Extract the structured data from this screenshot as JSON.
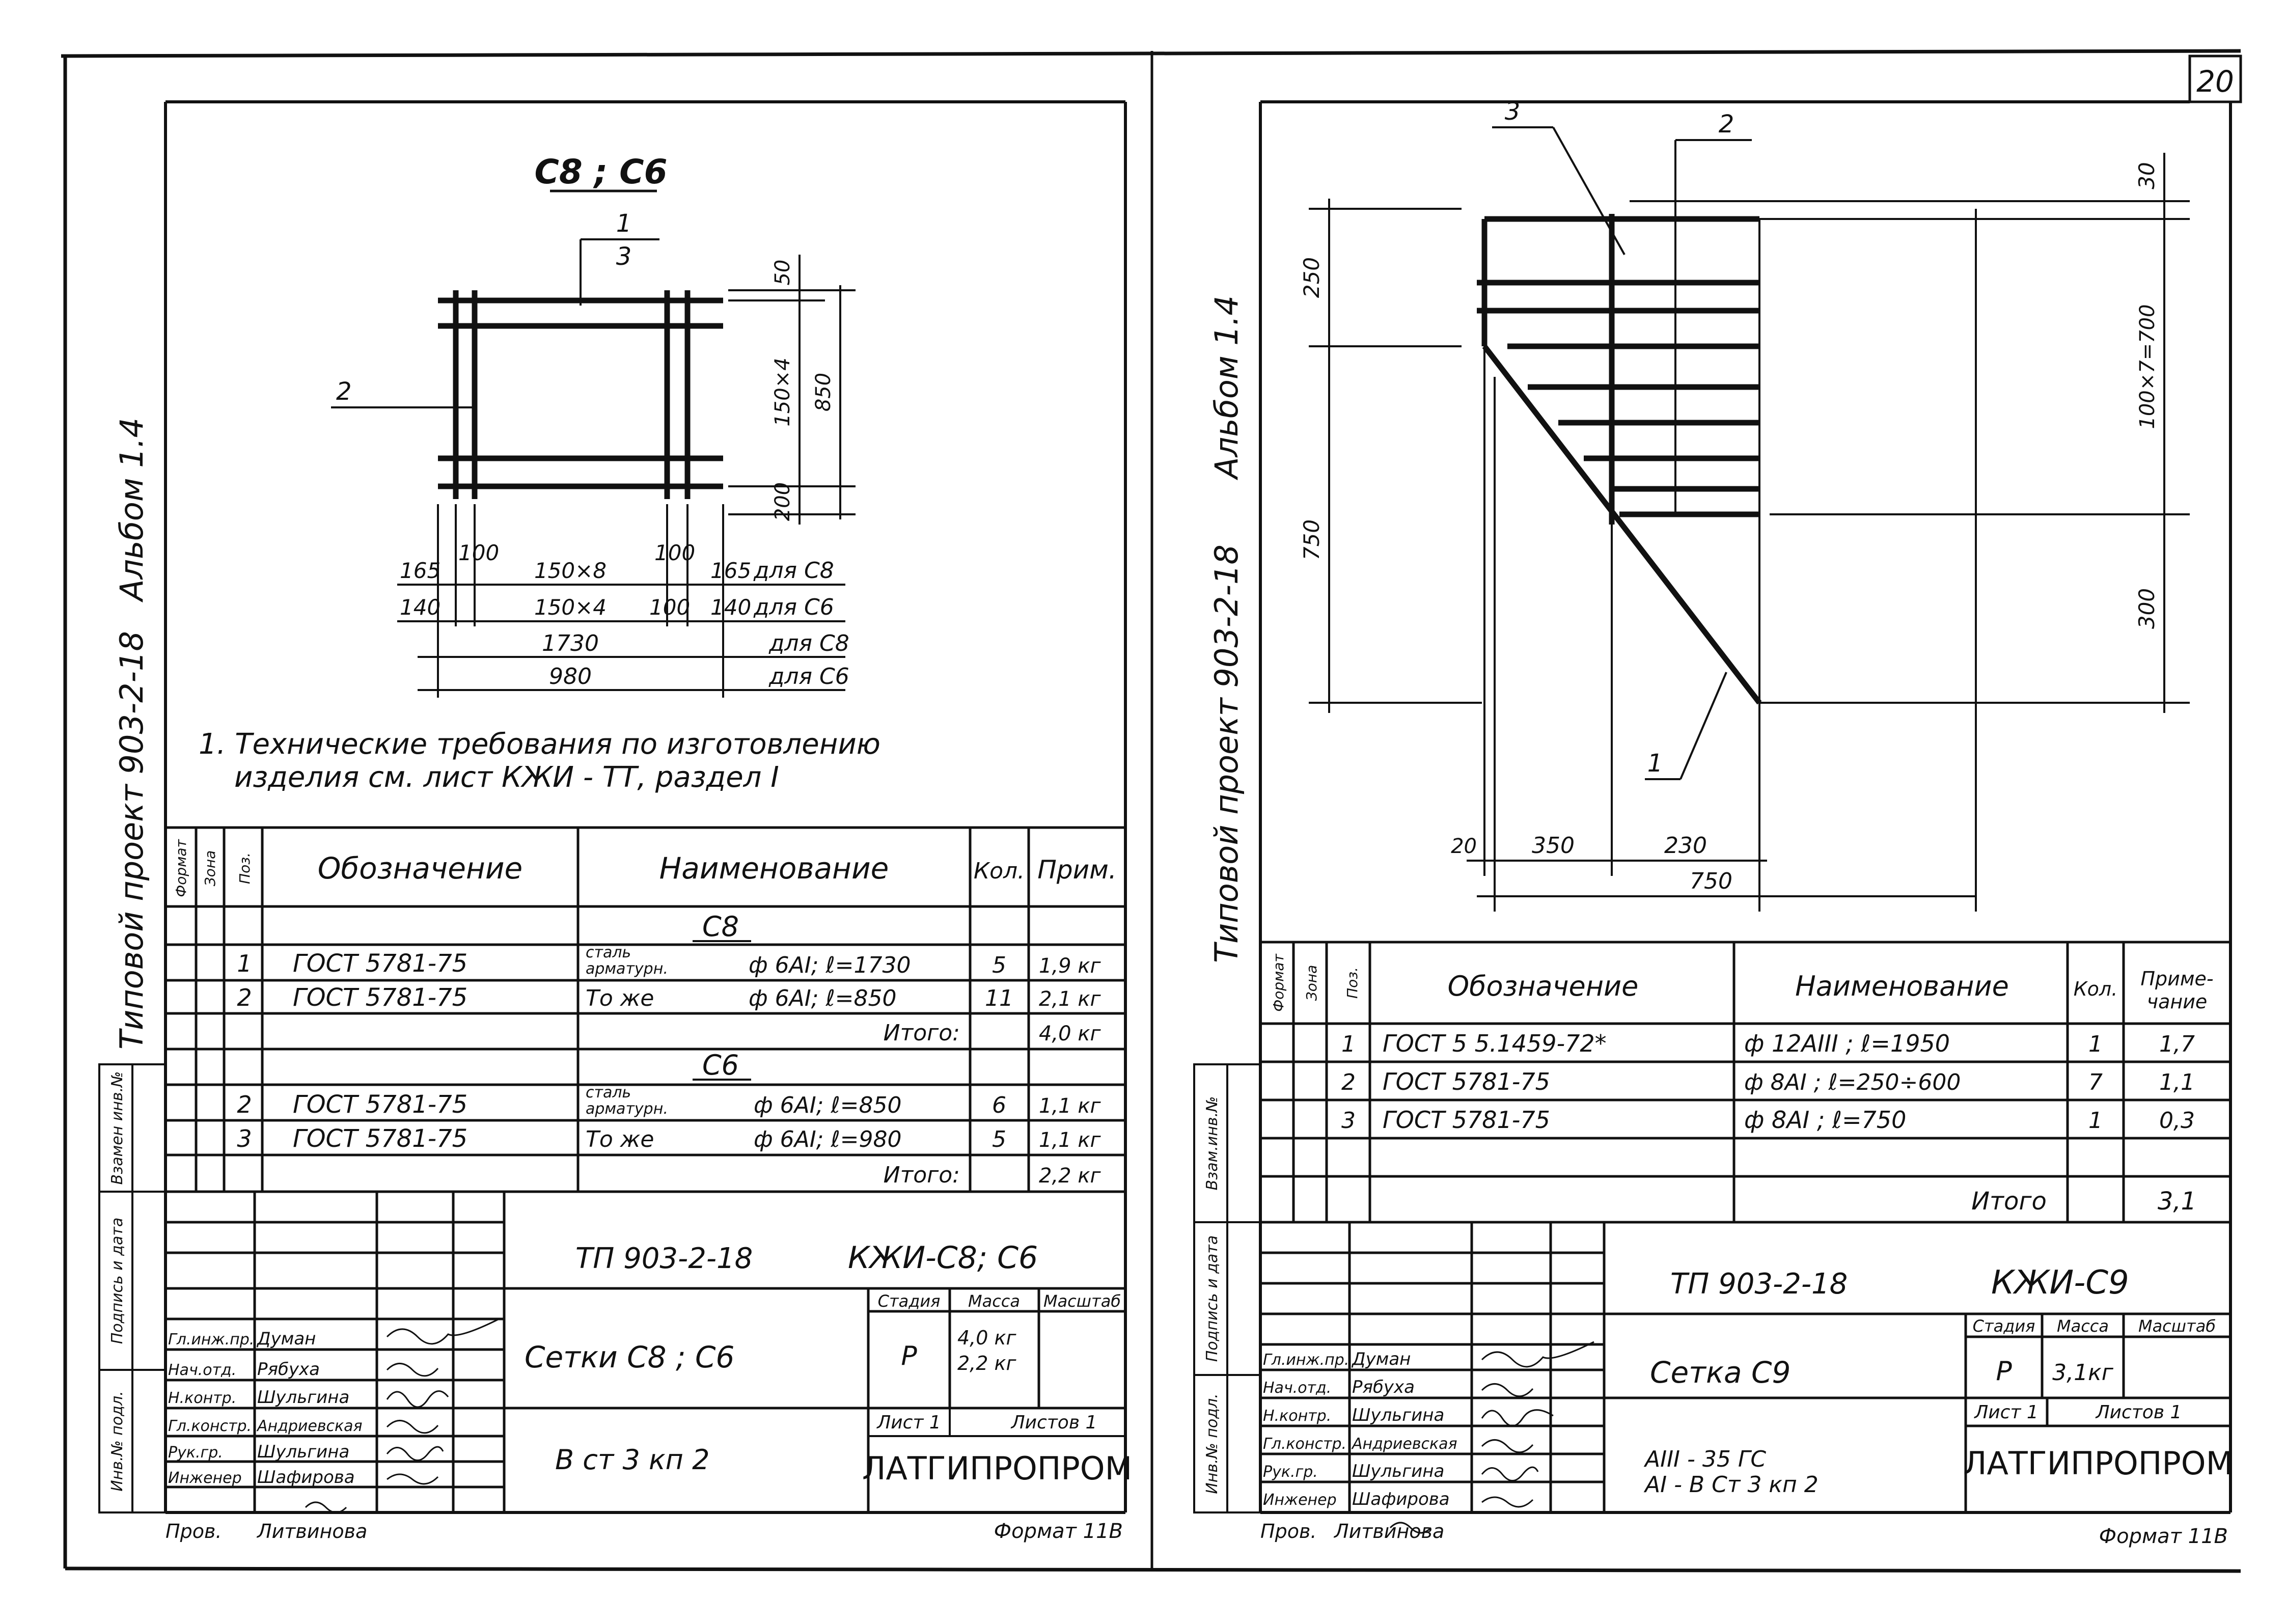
{
  "page_number": "20",
  "left_sheet": {
    "album_label": "Альбом 1.4",
    "project_label": "Типовой проект 903-2-18",
    "sidebar_labels": [
      "Взамен инв.№",
      "Подпись и дата",
      "Инв.№ подл."
    ],
    "drawing": {
      "title": "С8 ; С6",
      "leader_1_top": "1",
      "leader_1_bottom": "3",
      "leader_2": "2",
      "dim_right_50": "50",
      "dim_right_150x4": "150×4",
      "dim_right_850": "850",
      "dim_right_200": "200",
      "row1": {
        "a": "165",
        "b": "100",
        "c": "150×8",
        "d": "100",
        "e": "165",
        "note": "для С8"
      },
      "row2": {
        "a": "140",
        "c": "150×4",
        "d": "100",
        "e": "140",
        "note": "для С6"
      },
      "row3": {
        "value": "1730",
        "note": "для С8"
      },
      "row4": {
        "value": "980",
        "note": "для С6"
      }
    },
    "note_line1": "1. Технические требования по изготовлению",
    "note_line2": "изделия см. лист КЖИ - ТТ, раздел I",
    "spec": {
      "headers": {
        "format": "Формат",
        "zone": "Зона",
        "pos": "Поз.",
        "designation": "Обозначение",
        "name": "Наименование",
        "qty": "Кол.",
        "note": "Прим."
      },
      "section_c8": "С8",
      "rows_c8": [
        {
          "pos": "1",
          "designation": "ГОСТ 5781-75",
          "name1": "сталь",
          "name2": "арматурн.",
          "spec": "ф 6АI; ℓ=1730",
          "qty": "5",
          "note": "1,9 кг"
        },
        {
          "pos": "2",
          "designation": "ГОСТ 5781-75",
          "name1": "То же",
          "spec": "ф 6АI; ℓ=850",
          "qty": "11",
          "note": "2,1 кг"
        }
      ],
      "total_c8": {
        "label": "Итого:",
        "value": "4,0 кг"
      },
      "section_c6": "С6",
      "rows_c6": [
        {
          "pos": "2",
          "designation": "ГОСТ 5781-75",
          "name1": "сталь",
          "name2": "арматурн.",
          "spec": "ф 6АI; ℓ=850",
          "qty": "6",
          "note": "1,1 кг"
        },
        {
          "pos": "3",
          "designation": "ГОСТ 5781-75",
          "name1": "То же",
          "spec": "ф 6АI; ℓ=980",
          "qty": "5",
          "note": "1,1 кг"
        }
      ],
      "total_c6": {
        "label": "Итого:",
        "value": "2,2 кг"
      }
    },
    "title_block": {
      "project_code": "ТП 903-2-18",
      "sheet_code": "КЖИ-С8; С6",
      "name": "Сетки С8 ; С6",
      "material": "В ст 3 кп 2",
      "stage_label": "Стадия",
      "mass_label": "Масса",
      "scale_label": "Масштаб",
      "stage": "Р",
      "mass1": "4,0 кг",
      "mass2": "2,2 кг",
      "sheet_label": "Лист 1",
      "sheets_label": "Листов 1",
      "org": "ЛАТГИПРОПРОМ",
      "roles": [
        "Гл.инж.пр.",
        "Нач.отд.",
        "Н.контр.",
        "Гл.констр.",
        "Рук.гр.",
        "Инженер"
      ],
      "names": [
        "Думан",
        "Рябуха",
        "Шульгина",
        "Андриевская",
        "Шульгина",
        "Шафирова"
      ],
      "checked_role": "Пров.",
      "checked_name": "Литвинова",
      "format": "Формат 11В"
    }
  },
  "right_sheet": {
    "album_label": "Альбом 1.4",
    "project_label": "Типовой проект 903-2-18",
    "sidebar_labels": [
      "Взам.инв.№",
      "Подпись и дата",
      "Инв.№ подл."
    ],
    "drawing": {
      "leader_1": "1",
      "leader_2": "2",
      "leader_3": "3",
      "dim_250": "250",
      "dim_750_left": "750",
      "dim_30": "30",
      "dim_100x7": "100×7=700",
      "dim_300": "300",
      "dim_20": "20",
      "dim_350": "350",
      "dim_230": "230",
      "dim_750_bottom": "750"
    },
    "spec": {
      "headers": {
        "format": "Формат",
        "zone": "Зона",
        "pos": "Поз.",
        "designation": "Обозначение",
        "name": "Наименование",
        "qty": "Кол.",
        "note1": "Приме-",
        "note2": "чание"
      },
      "rows": [
        {
          "pos": "1",
          "designation": "ГОСТ 5 5.1459-72*",
          "spec": "ф 12АIII ; ℓ=1950",
          "qty": "1",
          "note": "1,7"
        },
        {
          "pos": "2",
          "designation": "ГОСТ 5781-75",
          "spec": "ф 8АI ; ℓ=250÷600",
          "qty": "7",
          "note": "1,1"
        },
        {
          "pos": "3",
          "designation": "ГОСТ 5781-75",
          "spec": "ф 8АI ; ℓ=750",
          "qty": "1",
          "note": "0,3"
        }
      ],
      "total": {
        "label": "Итого",
        "value": "3,1"
      }
    },
    "title_block": {
      "project_code": "ТП 903-2-18",
      "sheet_code": "КЖИ-С9",
      "name": "Сетка С9",
      "material1": "АIII - 35 ГС",
      "material2": "АI - В Ст 3 кп 2",
      "stage_label": "Стадия",
      "mass_label": "Масса",
      "scale_label": "Масштаб",
      "stage": "Р",
      "mass": "3,1кг",
      "sheet_label": "Лист 1",
      "sheets_label": "Листов 1",
      "org": "ЛАТГИПРОПРОМ",
      "roles": [
        "Гл.инж.пр.",
        "Нач.отд.",
        "Н.контр.",
        "Гл.констр.",
        "Рук.гр.",
        "Инженер"
      ],
      "names": [
        "Думан",
        "Рябуха",
        "Шульгина",
        "Андриевская",
        "Шульгина",
        "Шафирова"
      ],
      "checked_role": "Пров.",
      "checked_name": "Литвинова",
      "format": "Формат 11В"
    }
  }
}
